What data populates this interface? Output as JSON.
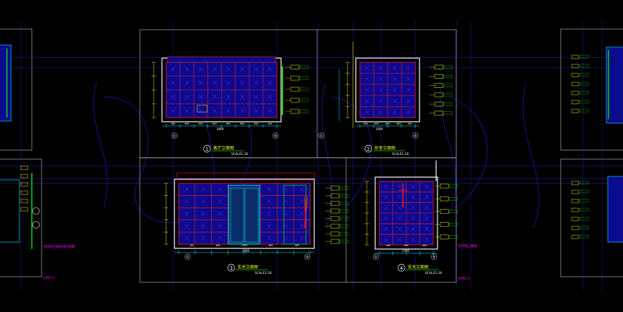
{
  "drawing": {
    "background": "#000000",
    "colors": {
      "frame": "#ffffff",
      "wall": "#ffffff",
      "fill": "#0b0b8f",
      "red": "#ff1a1a",
      "magenta": "#ff00ff",
      "yellow": "#ffff00",
      "green": "#00e000",
      "cyan": "#00ffff",
      "blue_grid": "#3333ff",
      "watermark": "#14147a"
    },
    "panels": [
      {
        "number": "1",
        "title": "客厅立面图",
        "scale": "SCALE1:30"
      },
      {
        "number": "2",
        "title": "卧室立面图",
        "scale": "SCALE1:30"
      },
      {
        "number": "3",
        "title": "玄关立面图",
        "scale": "SCALE1:30"
      },
      {
        "number": "4",
        "title": "玄关立面图",
        "scale": "SCALE1:30"
      }
    ],
    "side_notes": {
      "left_pink": "装饰柜立面处理示意图",
      "left_scale": "比例1:5",
      "right_pink": "装饰柜立面图",
      "right_scale": "比例1:5"
    },
    "dims": {
      "p1": [
        "400",
        "600",
        "600",
        "600",
        "600",
        "600",
        "600",
        "400"
      ],
      "p1_total": "3600",
      "p2": [
        "400",
        "600",
        "600",
        "600",
        "400"
      ],
      "p2_total": "2600",
      "p3": [
        "400",
        "600",
        "1000",
        "600",
        "400"
      ],
      "p3_total": "3500",
      "p4": [
        "400",
        "600",
        "400"
      ],
      "p4_total": "2400"
    },
    "grid_marks": {
      "p1": [
        "①",
        "④"
      ],
      "p2": [
        "①",
        "④"
      ],
      "p3": [
        "①",
        "④"
      ],
      "p4": [
        "①",
        "④"
      ]
    }
  }
}
